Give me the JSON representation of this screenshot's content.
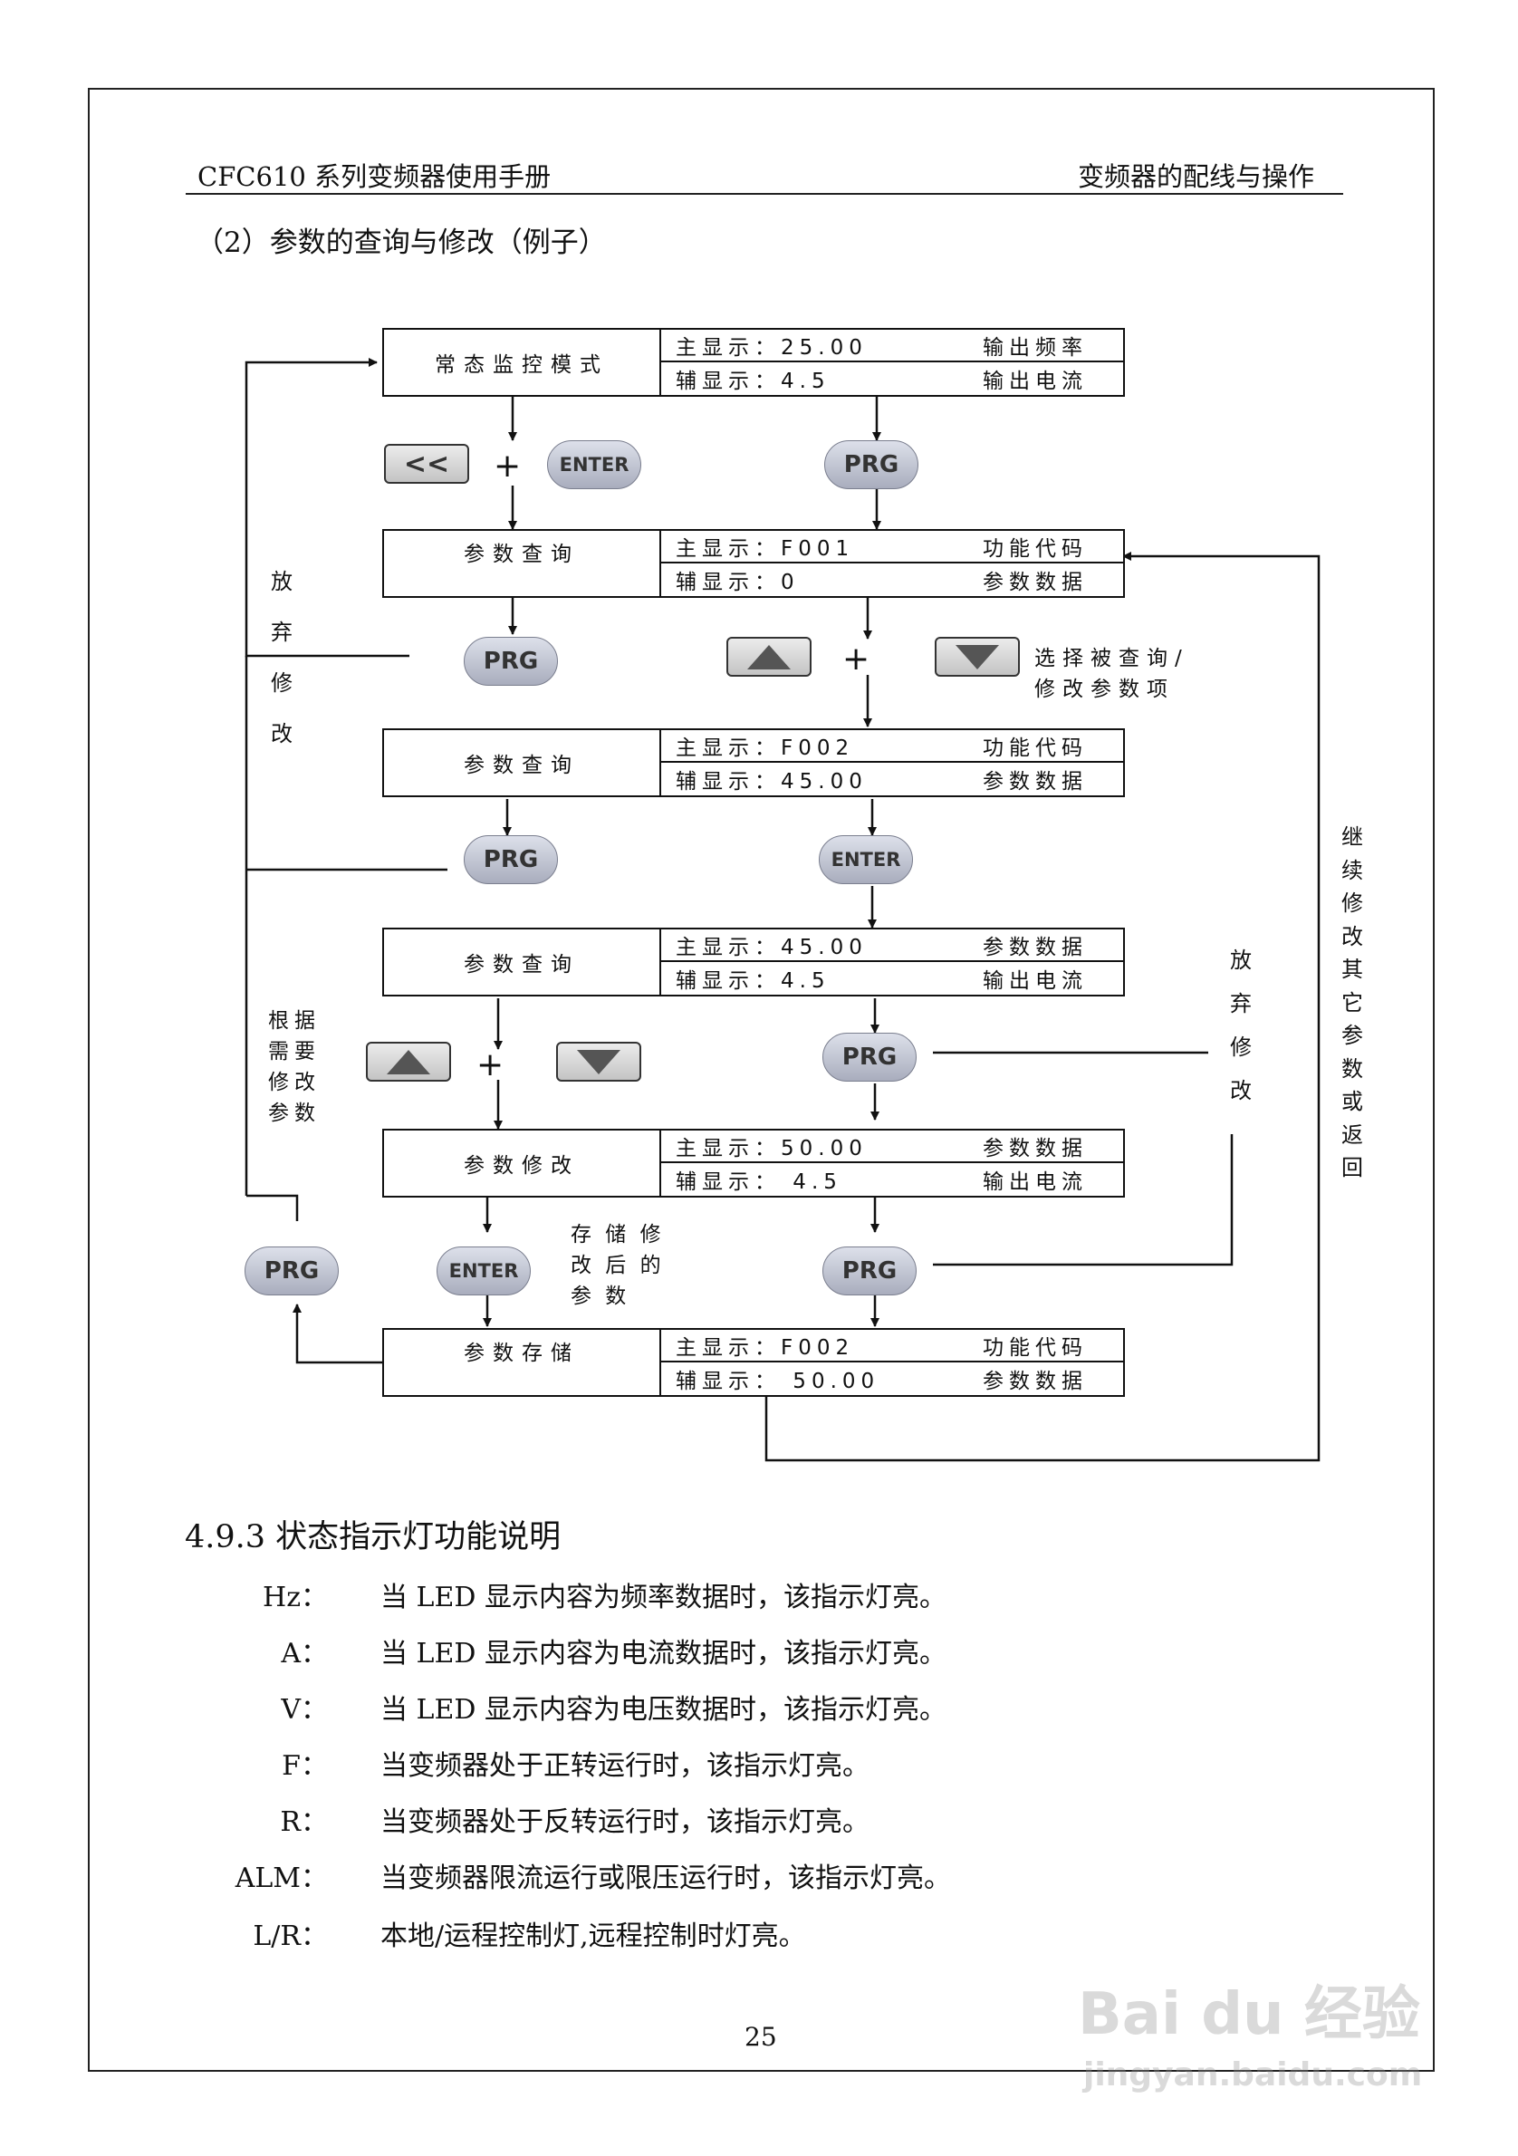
{
  "header": {
    "left": "CFC610 系列变频器使用手册",
    "right": "变频器的配线与操作"
  },
  "subtitle": "（2）参数的查询与修改（例子）",
  "flow": {
    "boxes": [
      {
        "mode": "常态监控模式",
        "main": "主显示：25.00",
        "main_desc": "输出频率",
        "aux": "辅显示：4.5",
        "aux_desc": "输出电流"
      },
      {
        "mode": "参数查询",
        "main": "主显示：F001",
        "main_desc": "功能代码",
        "aux": "辅显示：0",
        "aux_desc": "参数数据"
      },
      {
        "mode": "参数查询",
        "main": "主显示：F002",
        "main_desc": "功能代码",
        "aux": "辅显示：45.00",
        "aux_desc": "参数数据"
      },
      {
        "mode": "参数查询",
        "main": "主显示：45.00",
        "main_desc": "参数数据",
        "aux": "辅显示：4.5",
        "aux_desc": "输出电流"
      },
      {
        "mode": "参数修改",
        "main": "主显示：50.00",
        "main_desc": "参数数据",
        "aux": "辅显示： 4.5",
        "aux_desc": "输出电流"
      },
      {
        "mode": "参数存储",
        "main": "主显示：F002",
        "main_desc": "功能代码",
        "aux": "辅显示： 50.00",
        "aux_desc": "参数数据"
      }
    ],
    "buttons": {
      "shift": "<<",
      "enter": "ENTER",
      "prg": "PRG"
    },
    "plus": "+",
    "notes": {
      "select": [
        "选择被查询/",
        "修改参数项"
      ],
      "store": [
        "存 储 修",
        "改 后 的",
        "参 数"
      ],
      "as_needed": [
        "根据",
        "需要",
        "修改",
        "参数"
      ]
    },
    "vertical": {
      "abandon_left": [
        "放",
        "弃",
        "修",
        "改"
      ],
      "abandon_right": [
        "放",
        "弃",
        "修",
        "改"
      ],
      "continue": [
        "继",
        "续",
        "修",
        "改",
        "其",
        "它",
        "参",
        "数",
        "或",
        "返",
        "回"
      ]
    }
  },
  "section": {
    "title": "4.9.3 状态指示灯功能说明",
    "items": [
      {
        "label": "Hz：",
        "text": "当 LED 显示内容为频率数据时，该指示灯亮。"
      },
      {
        "label": "A：",
        "text": "当 LED 显示内容为电流数据时，该指示灯亮。"
      },
      {
        "label": "V：",
        "text": "当 LED 显示内容为电压数据时，该指示灯亮。"
      },
      {
        "label": "F：",
        "text": "当变频器处于正转运行时，该指示灯亮。"
      },
      {
        "label": "R：",
        "text": "当变频器处于反转运行时，该指示灯亮。"
      },
      {
        "label": "ALM：",
        "text": "当变频器限流运行或限压运行时，该指示灯亮。"
      },
      {
        "label": "L/R：",
        "text": "本地/运程控制灯,远程控制时灯亮。"
      }
    ]
  },
  "page_number": "25",
  "watermark": {
    "brand": "Bai du 经验",
    "url": "jingyan.baidu.com"
  }
}
